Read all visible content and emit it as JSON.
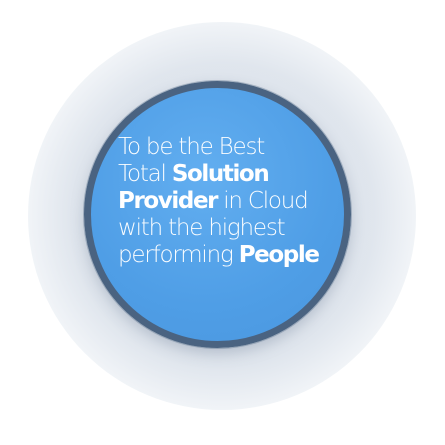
{
  "badge": {
    "lines": [
      {
        "light": "To be the Best",
        "bold": ""
      },
      {
        "light": "Total ",
        "bold": "Solution"
      },
      {
        "light": " in Cloud",
        "bold": "Provider"
      },
      {
        "light": "with the highest",
        "bold": ""
      },
      {
        "light": "performing ",
        "bold": "People"
      }
    ]
  },
  "colors": {
    "circle_fill": "#4f9ee6",
    "ring": "#4a6381",
    "text": "#ffffff",
    "glow": "#dfe5ec"
  }
}
